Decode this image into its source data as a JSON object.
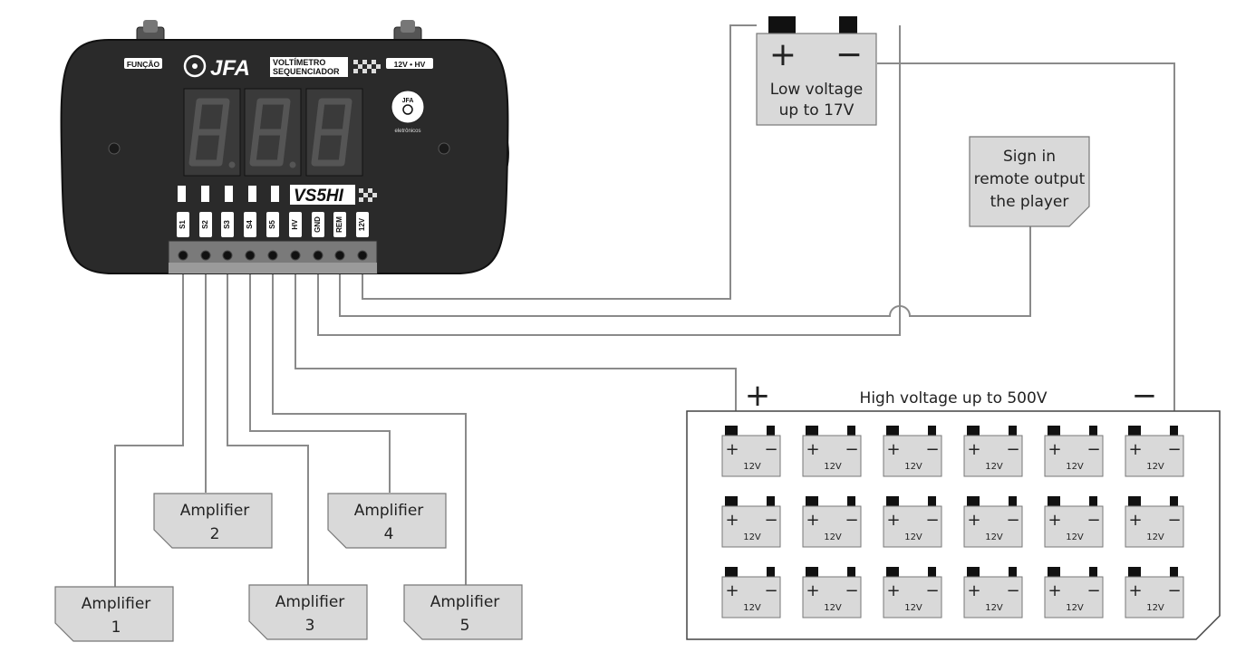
{
  "device": {
    "brand": "JFA",
    "product_line1": "VOLTÍMETRO",
    "product_line2": "SEQUENCIADOR",
    "model": "VS5HI",
    "button_left": "FUNÇÃO",
    "button_right": "12V • HV",
    "logo_sub": "eletrônicos",
    "terminals": [
      "S1",
      "S2",
      "S3",
      "S4",
      "S5",
      "HV",
      "GND",
      "REM",
      "12V"
    ]
  },
  "low_battery": {
    "plus": "+",
    "minus": "−",
    "line1": "Low voltage",
    "line2": "up to 17V"
  },
  "remote": {
    "line1": "Sign in",
    "line2": "remote output",
    "line3": "the player"
  },
  "high_bank": {
    "title": "High voltage up to 500V",
    "plus": "+",
    "minus": "−",
    "rows": 3,
    "cols": 6,
    "cell_label": "12V",
    "cell_plus": "+",
    "cell_minus": "−"
  },
  "amplifiers": [
    {
      "line1": "Amplifier",
      "line2": "1"
    },
    {
      "line1": "Amplifier",
      "line2": "2"
    },
    {
      "line1": "Amplifier",
      "line2": "3"
    },
    {
      "line1": "Amplifier",
      "line2": "4"
    },
    {
      "line1": "Amplifier",
      "line2": "5"
    }
  ],
  "colors": {
    "wire": "#8a8a8a",
    "box_fill": "#d9d9d9",
    "device_body": "#2a2a2a",
    "display_digit": "#4a4a4a"
  }
}
